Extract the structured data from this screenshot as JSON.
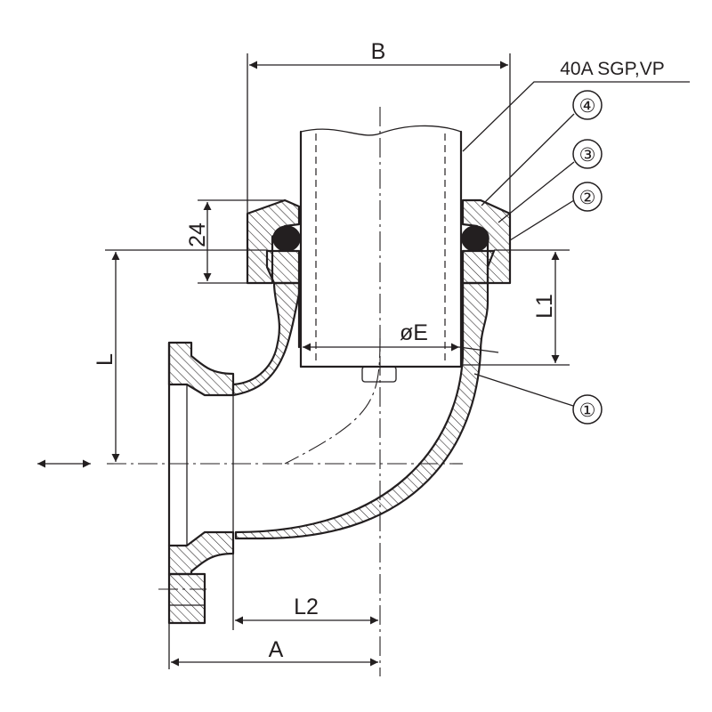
{
  "dimensions": {
    "B": "B",
    "A": "A",
    "L": "L",
    "L1": "L1",
    "L2": "L2",
    "E": "øE",
    "h24": "24"
  },
  "pipe_spec": "40A SGP,VP",
  "callouts": [
    "①",
    "②",
    "③",
    "④"
  ],
  "colors": {
    "line": "#231f20",
    "background": "#ffffff"
  }
}
